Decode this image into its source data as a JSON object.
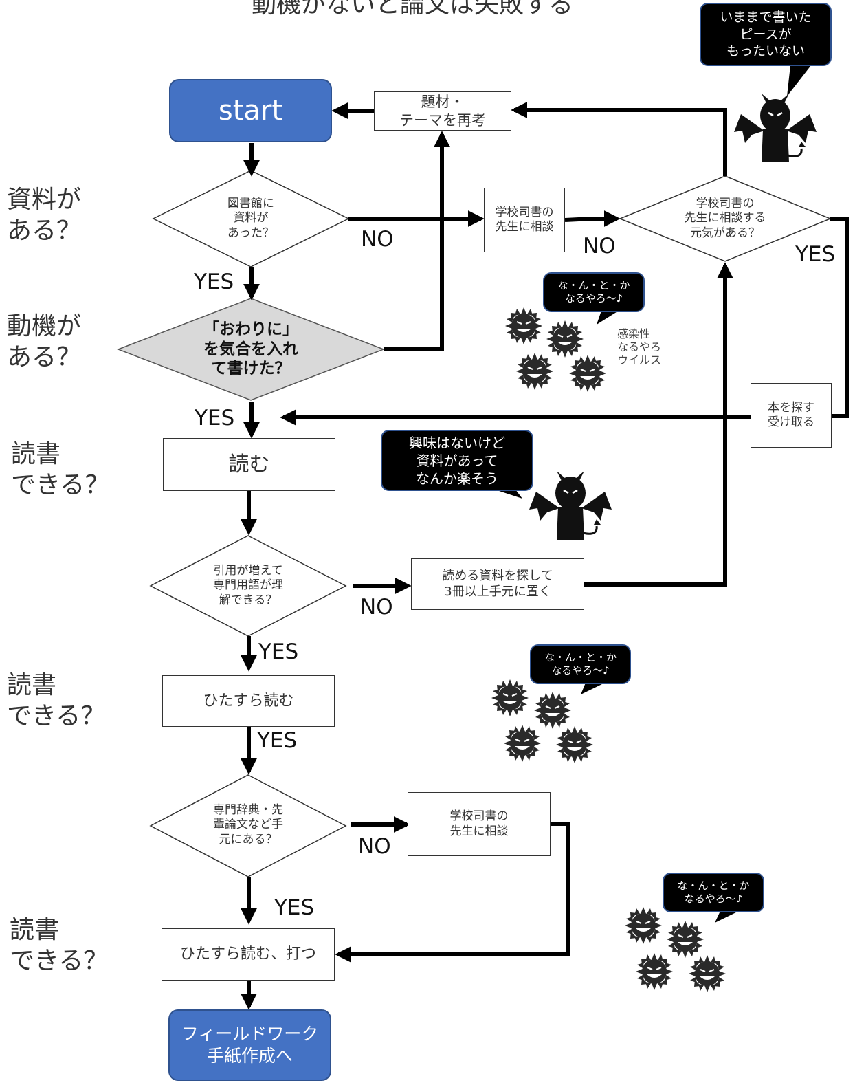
{
  "title": "動機がないと論文は失敗する",
  "side_labels": [
    "資料が\nある？",
    "動機が\nある？",
    "読書\nできる？",
    "読書\nできる？",
    "読書\nできる？"
  ],
  "nodes": {
    "start": "start",
    "end": "フィールドワーク\n手紙作成へ",
    "reconsider": "題材・\nテーマを再考",
    "library_q": "図書館に\n資料が\nあった？",
    "consult1": "学校司書の\n先生に相談",
    "energy_q": "学校司書の\n先生に相談する\n元気がある？",
    "conclusion_q": "「おわりに」\nを気合を入れ\nて書けた？",
    "find_books": "本を探す\n受け取る",
    "read": "読む",
    "understand_q": "引用が増えて\n専門用語が理\n解できる？",
    "find_readable": "読める資料を探して\n3冊以上手元に置く",
    "read_hard": "ひたすら読む",
    "dict_q": "専門辞典・先\n輩論文など手\n元にある？",
    "consult2": "学校司書の\n先生に相談",
    "read_type": "ひたすら読む、打つ"
  },
  "edge_labels": {
    "no1": "NO",
    "no2": "NO",
    "yes_energy": "YES",
    "yes1": "YES",
    "yes2": "YES",
    "no3": "NO",
    "yes3": "YES",
    "yes4": "YES",
    "no4": "NO",
    "yes5": "YES"
  },
  "bubbles": {
    "devil_top": "いままで書いた\nピースが\nもったいない",
    "devil_mid": "興味はないけど\n資料があって\nなんか楽そう",
    "virus1": "な・ん・と・か\nなるやろ〜♪",
    "virus2": "な・ん・と・か\nなるやろ〜♪",
    "virus3": "な・ん・と・か\nなるやろ〜♪"
  },
  "virus_note": "感染性\nなるやろ\nウイルス",
  "icons": [
    "devil-icon",
    "virus-icon"
  ],
  "colors": {
    "terminal": "#4472c4",
    "highlight_diamond": "#d9d9d9",
    "bubble": "#000000"
  }
}
